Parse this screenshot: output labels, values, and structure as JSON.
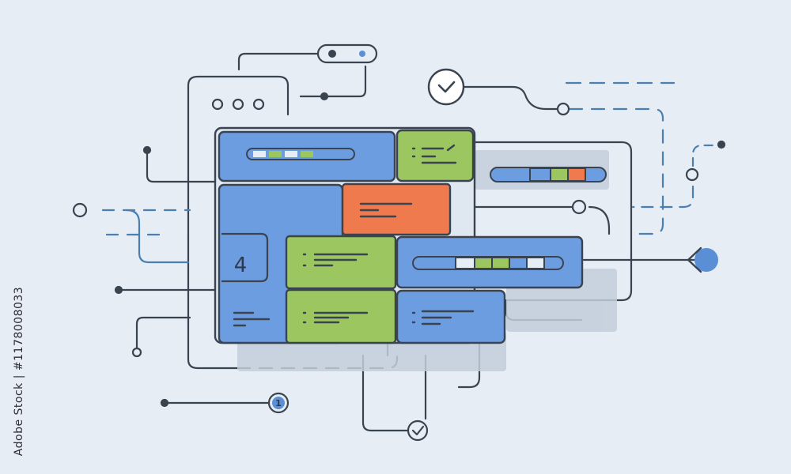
{
  "colors": {
    "background": "#e6edf5",
    "line": "#3a4350",
    "blue": "#6c9de0",
    "green": "#9cc760",
    "orange": "#ef7a4e",
    "accent_blue": "#5a8fd6",
    "dashed_blue": "#4a7fb0"
  },
  "illustration": {
    "panel_number": "4",
    "badge_number": "1",
    "icons": [
      "check-circle-icon",
      "toggle-switch-icon",
      "window-dots-icon",
      "arrow-node-icon",
      "check-node-icon"
    ]
  },
  "side_text": "Adobe Stock | #1178008033"
}
